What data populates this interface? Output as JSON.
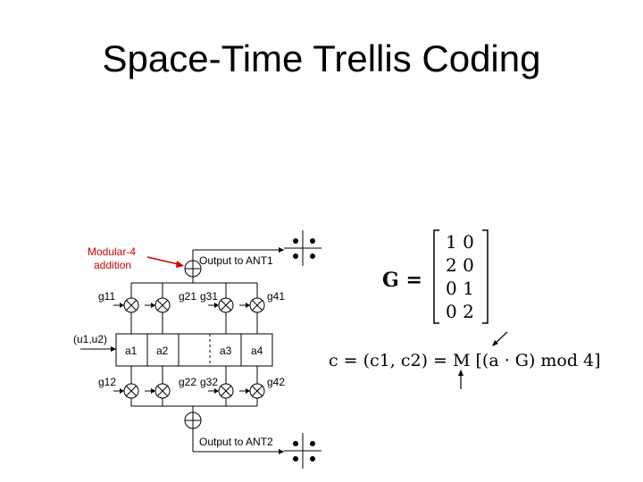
{
  "title": "Space-Time Trellis Coding",
  "diagram": {
    "note_line1": "Modular-4",
    "note_line2": "addition",
    "out1": "Output to ANT1",
    "out2": "Output to ANT2",
    "g11": "g11",
    "g21": "g21",
    "g31": "g31",
    "g41": "g41",
    "g12": "g12",
    "g22": "g22",
    "g32": "g32",
    "g42": "g42",
    "input": "(u1,u2)",
    "a1": "a1",
    "a2": "a2",
    "a3": "a3",
    "a4": "a4"
  },
  "equations": {
    "G_label": "G =",
    "G_rows": [
      "1 0",
      "2 0",
      "0 1",
      "0 2"
    ],
    "c_eq": "c = (c1, c2) = M [(a · G) mod 4]"
  },
  "colors": {
    "accent": "#cc0000"
  }
}
